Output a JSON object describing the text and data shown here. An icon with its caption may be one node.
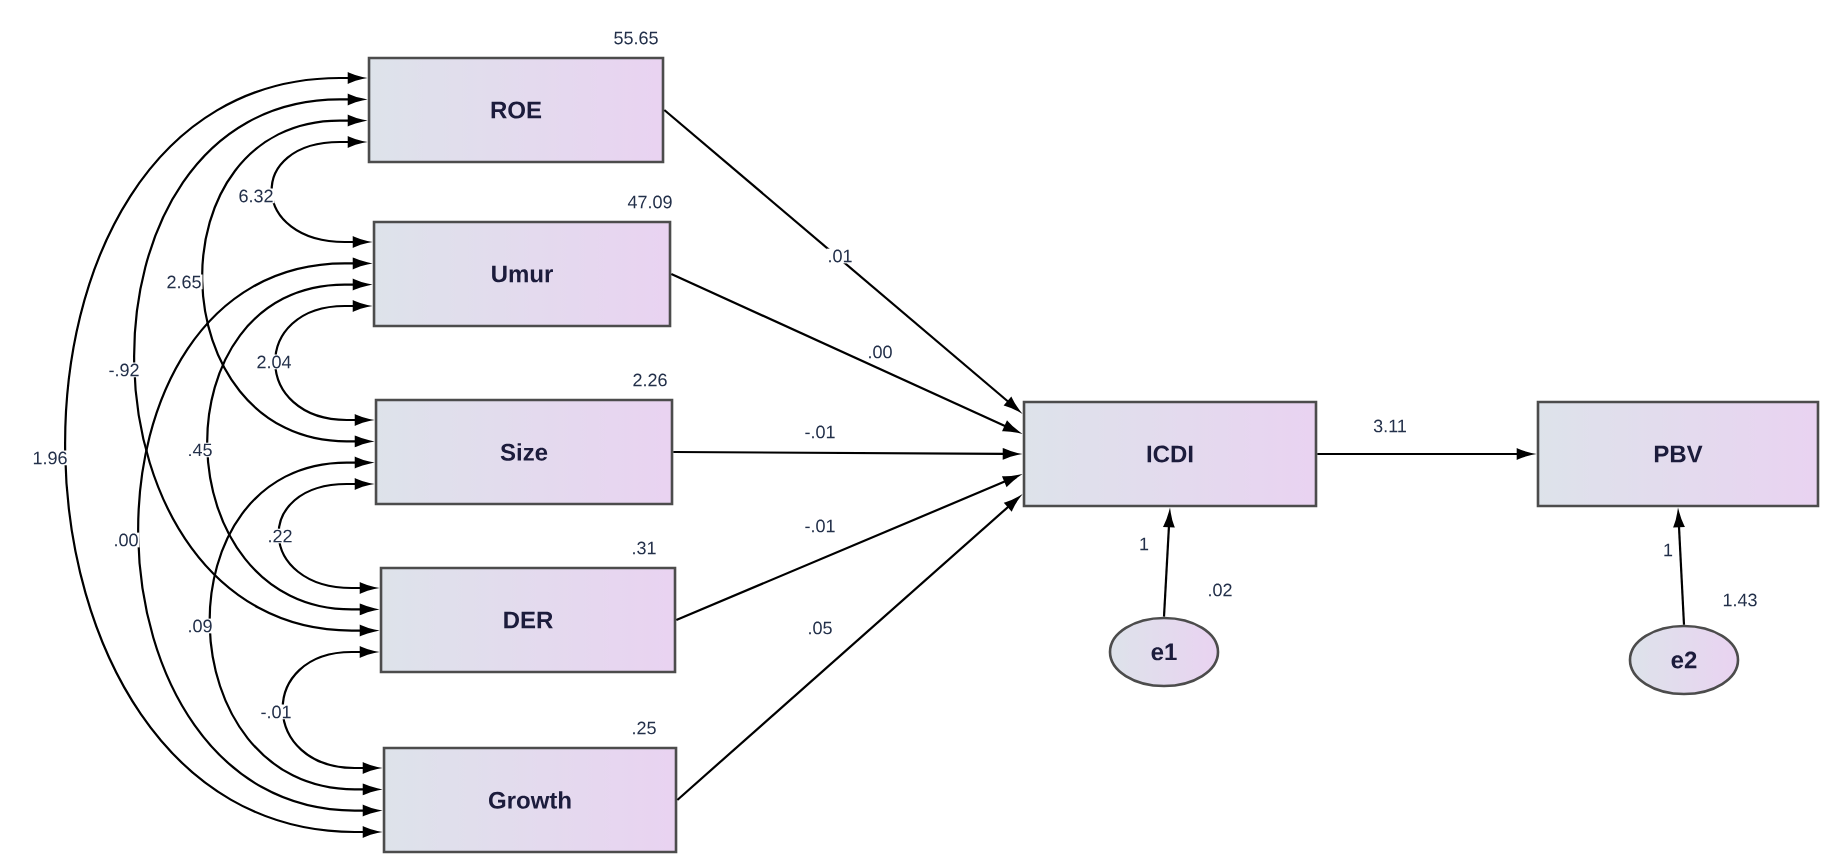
{
  "diagram": {
    "nodes": [
      {
        "text": [
          "ROE"
        ],
        "beside": [
          "55.65"
        ]
      },
      {
        "text": [
          "Umur"
        ],
        "beside": [
          "47.09"
        ]
      },
      {
        "text": [
          "Size"
        ],
        "beside": [
          "2.26"
        ]
      },
      {
        "text": [
          "DER"
        ],
        "beside": [
          ".31"
        ]
      },
      {
        "text": [
          "Growth"
        ],
        "beside": [
          ".25"
        ]
      },
      {
        "text": [
          "ICDI"
        ]
      },
      {
        "text": [
          "PBV"
        ]
      },
      {
        "text": [
          "e1"
        ],
        "beside": [
          ".02"
        ]
      },
      {
        "text": [
          "e2"
        ],
        "beside": [
          "1.43"
        ]
      }
    ],
    "edges": [
      {
        "from": 0,
        "to": 5,
        "arrow": "to",
        "label": ".01"
      },
      {
        "from": 1,
        "to": 5,
        "arrow": "to",
        "label": ".00"
      },
      {
        "from": 2,
        "to": 5,
        "arrow": "to",
        "label": "-.01"
      },
      {
        "from": 3,
        "to": 5,
        "arrow": "to",
        "label": "-.01"
      },
      {
        "from": 4,
        "to": 5,
        "arrow": "to",
        "label": ".05"
      },
      {
        "from": 5,
        "to": 6,
        "arrow": "to",
        "label": "3.11"
      },
      {
        "from": 7,
        "to": 5,
        "arrow": "to",
        "label": "1"
      },
      {
        "from": 8,
        "to": 6,
        "arrow": "to",
        "label": "1"
      },
      {
        "from": 0,
        "to": 1,
        "arrow": "both",
        "label": "6.32"
      },
      {
        "from": 0,
        "to": 2,
        "arrow": "both",
        "label": "2.65"
      },
      {
        "from": 0,
        "to": 3,
        "arrow": "both",
        "label": "-.92"
      },
      {
        "from": 0,
        "to": 4,
        "arrow": "both",
        "label": "1.96"
      },
      {
        "from": 1,
        "to": 2,
        "arrow": "both",
        "label": "2.04"
      },
      {
        "from": 1,
        "to": 3,
        "arrow": "both",
        "label": ".45"
      },
      {
        "from": 1,
        "to": 4,
        "arrow": "both",
        "label": ".00"
      },
      {
        "from": 2,
        "to": 3,
        "arrow": "both",
        "label": ".22"
      },
      {
        "from": 2,
        "to": 4,
        "arrow": "both",
        "label": ".09"
      },
      {
        "from": 3,
        "to": 4,
        "arrow": "both",
        "label": "-.01"
      }
    ]
  }
}
